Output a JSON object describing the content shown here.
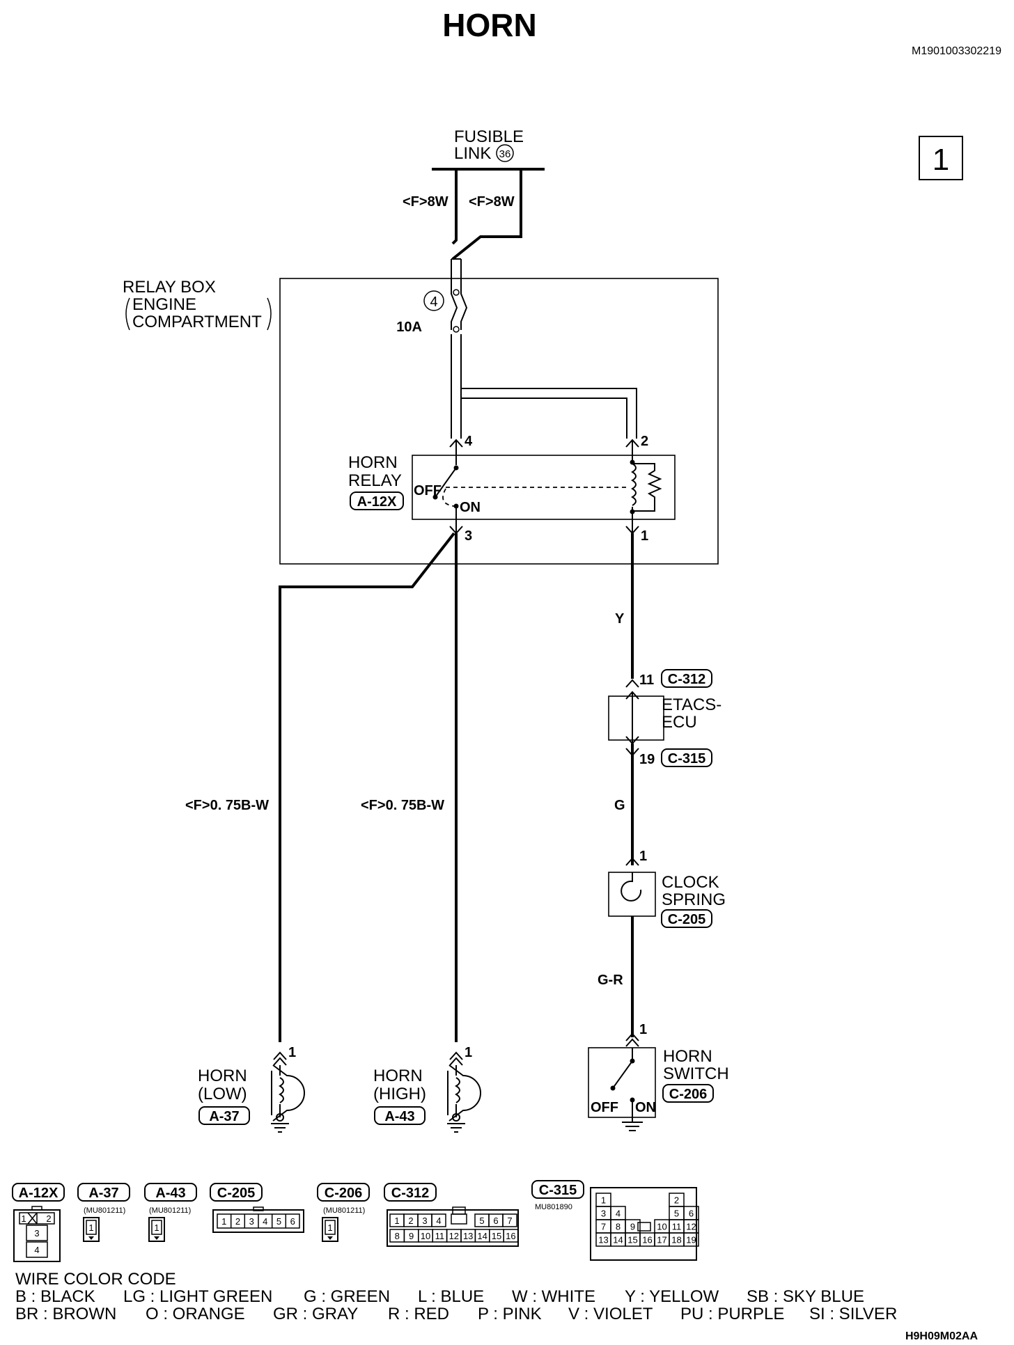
{
  "title": "HORN",
  "doc_id": "M1901003302219",
  "page_number": "1",
  "figure_code": "H9H09M02AA",
  "fusible_link": {
    "label_line1": "FUSIBLE",
    "label_line2": "LINK",
    "number": "36"
  },
  "wires": {
    "feed_left": "<F>8W",
    "feed_right": "<F>8W",
    "horn_low": "<F>0. 75B-W",
    "horn_high": "<F>0. 75B-W",
    "relay_to_etacs": "Y",
    "etacs_to_clock": "G",
    "clock_to_switch": "G-R"
  },
  "relay_box": {
    "line1": "RELAY BOX",
    "line2": "ENGINE",
    "line3": "COMPARTMENT",
    "fuse_number": "4",
    "fuse_rating": "10A"
  },
  "horn_relay": {
    "line1": "HORN",
    "line2": "RELAY",
    "connector": "A-12X",
    "off_label": "OFF",
    "on_label": "ON",
    "pin_top_left": "4",
    "pin_top_right": "2",
    "pin_bottom_left": "3",
    "pin_bottom_right": "1"
  },
  "etacs": {
    "line1": "ETACS-",
    "line2": "ECU",
    "pin_in": "11",
    "connector_in": "C-312",
    "pin_out": "19",
    "connector_out": "C-315"
  },
  "clock_spring": {
    "line1": "CLOCK",
    "line2": "SPRING",
    "connector": "C-205",
    "pin": "1"
  },
  "horn_switch": {
    "line1": "HORN",
    "line2": "SWITCH",
    "connector": "C-206",
    "pin": "1",
    "off_label": "OFF",
    "on_label": "ON"
  },
  "horn_low": {
    "line1": "HORN",
    "line2": "(LOW)",
    "connector": "A-37",
    "pin": "1"
  },
  "horn_high": {
    "line1": "HORN",
    "line2": "(HIGH)",
    "connector": "A-43",
    "pin": "1"
  },
  "connectors": {
    "a12x": {
      "label": "A-12X",
      "cells": [
        "1",
        "2",
        "3",
        "4"
      ]
    },
    "a37": {
      "label": "A-37",
      "part": "(MU801211)",
      "cells": [
        "1"
      ]
    },
    "a43": {
      "label": "A-43",
      "part": "(MU801211)",
      "cells": [
        "1"
      ]
    },
    "c205": {
      "label": "C-205",
      "cells": [
        "1",
        "2",
        "3",
        "4",
        "5",
        "6"
      ]
    },
    "c206": {
      "label": "C-206",
      "part": "(MU801211)",
      "cells": [
        "1"
      ]
    },
    "c312": {
      "label": "C-312",
      "row1": [
        "1",
        "2",
        "3",
        "4",
        "5",
        "6",
        "7"
      ],
      "row2": [
        "8",
        "9",
        "10",
        "11",
        "12",
        "13",
        "14",
        "15",
        "16"
      ]
    },
    "c315": {
      "label": "C-315",
      "part": "MU801890",
      "cells": [
        "1",
        "2",
        "3",
        "4",
        "5",
        "6",
        "7",
        "8",
        "9",
        "10",
        "11",
        "12",
        "13",
        "14",
        "15",
        "16",
        "17",
        "18",
        "19"
      ]
    }
  },
  "legend": {
    "heading": "WIRE COLOR CODE",
    "row1": [
      "B : BLACK",
      "LG : LIGHT GREEN",
      "G : GREEN",
      "L : BLUE",
      "W : WHITE",
      "Y : YELLOW",
      "SB : SKY BLUE"
    ],
    "row2": [
      "BR : BROWN",
      "O : ORANGE",
      "GR : GRAY",
      "R : RED",
      "P : PINK",
      "V : VIOLET",
      "PU : PURPLE",
      "SI : SILVER"
    ]
  }
}
